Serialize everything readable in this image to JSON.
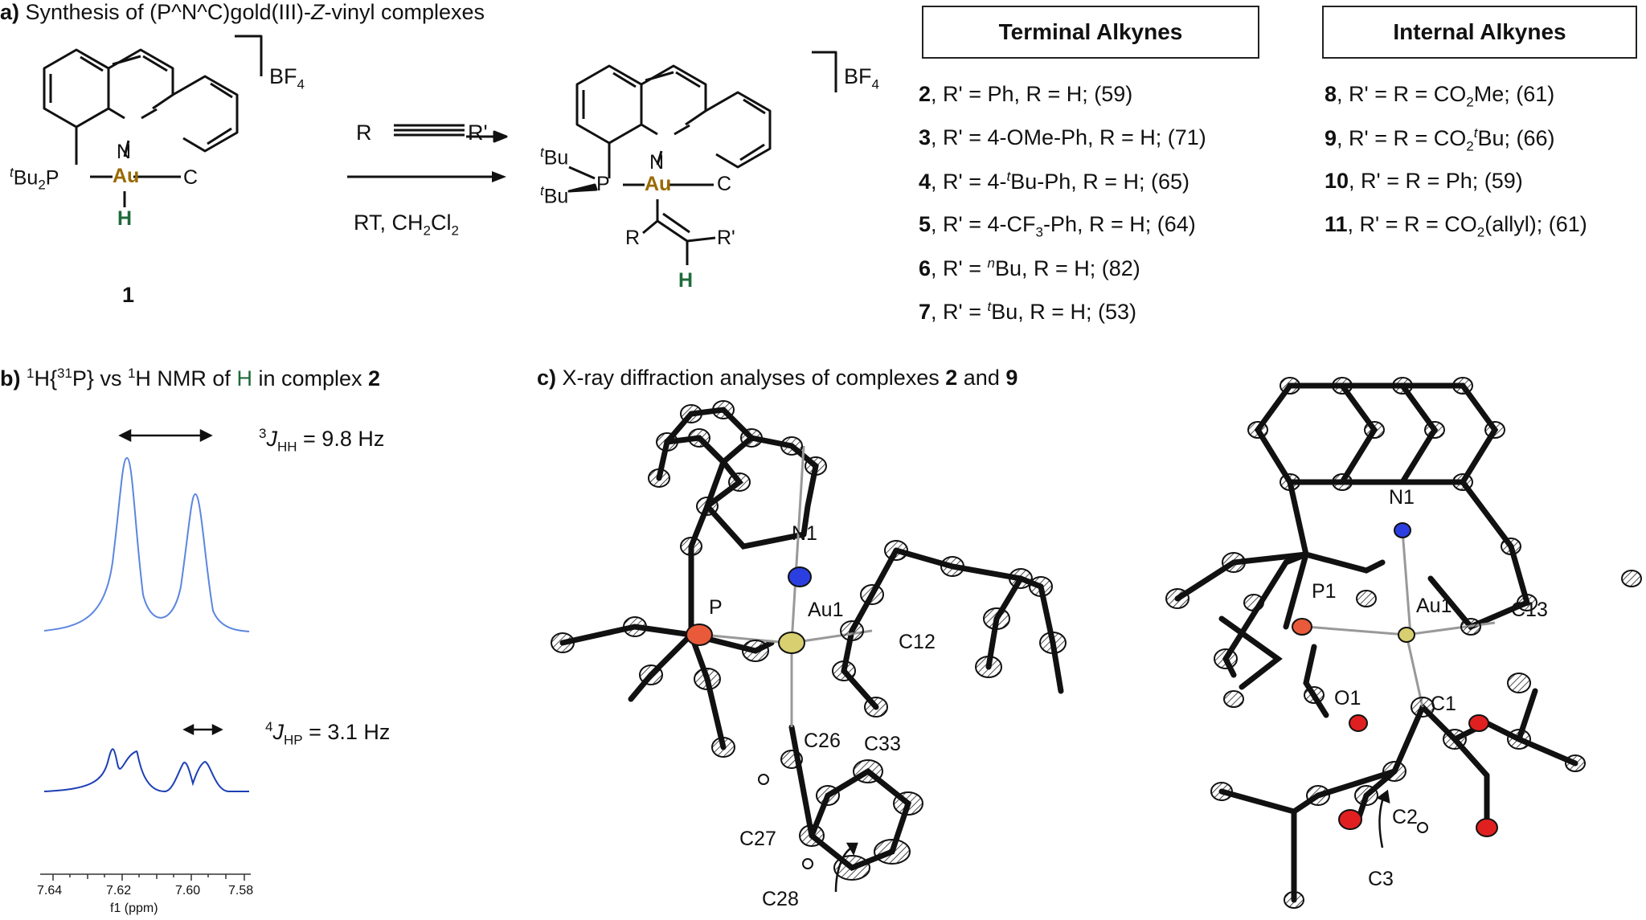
{
  "panel_a": {
    "letter": "a)",
    "title_pre": " Synthesis of (P^N^C)gold(III)-",
    "title_z": "Z",
    "title_post": "-vinyl complexes",
    "counterion": "BF",
    "counterion_sub": "4",
    "reactant_label": "1",
    "reagent_R": "R",
    "reagent_Rp": "R'",
    "condition": "RT, CH",
    "condition_sub1": "2",
    "condition_mid": "Cl",
    "condition_sub2": "2",
    "atoms": {
      "tbu2p_t": "t",
      "tbu2p_bu": "Bu",
      "tbu2p_sub": "2",
      "tbu2p_p": "P",
      "n": "N",
      "au": "Au",
      "c": "C",
      "h": "H",
      "tbu_t": "t",
      "tbu_bu": "Bu",
      "p": "P",
      "r": "R",
      "rp": "R'"
    }
  },
  "terminal": {
    "header": "Terminal Alkynes",
    "rows": [
      {
        "num": "2",
        "pre": ", R' = Ph, R = H; (59)"
      },
      {
        "num": "3",
        "pre": ", R' = 4-OMe-Ph, R = H; (71)"
      },
      {
        "num": "4",
        "pre": ", R' = 4-",
        "sup": "t",
        "post": "Bu-Ph, R = H; (65)"
      },
      {
        "num": "5",
        "pre": ", R' = 4-CF",
        "sub": "3",
        "post": "-Ph, R = H; (64)"
      },
      {
        "num": "6",
        "pre": ", R' = ",
        "sup": "n",
        "post": "Bu, R = H; (82)"
      },
      {
        "num": "7",
        "pre": ", R' = ",
        "sup": "t",
        "post": "Bu, R = H; (53)"
      }
    ]
  },
  "internal": {
    "header": "Internal Alkynes",
    "rows": [
      {
        "num": "8",
        "pre": ", R' = R = CO",
        "sub": "2",
        "post": "Me; (61)"
      },
      {
        "num": "9",
        "pre": ", R' = R = CO",
        "sub": "2",
        "sup": "t",
        "post": "Bu; (66)"
      },
      {
        "num": "10",
        "pre": ", R' = R = Ph; (59)"
      },
      {
        "num": "11",
        "pre": ", R' = R = CO",
        "sub": "2",
        "post": "(allyl); (61)"
      }
    ]
  },
  "panel_b": {
    "letter": "b)",
    "t1_sup": "1",
    "t1": "H{",
    "t2_sup": "31",
    "t2": "P} vs ",
    "t3_sup": "1",
    "t3": "H NMR of ",
    "t_h": "H",
    "t4": " in complex ",
    "t_num": "2",
    "j1_sup": "3",
    "j1_J": "J",
    "j1_sub": "HH",
    "j1_val": " = 9.8 Hz",
    "j2_sup": "4",
    "j2_J": "J",
    "j2_sub": "HP",
    "j2_val": " = 3.1 Hz",
    "axis_ticks": [
      "7.64",
      "7.62",
      "7.60",
      "7.58"
    ],
    "axis_label": "f1 (ppm)",
    "top_color": "#5b86e0",
    "bottom_color": "#1d3fb5"
  },
  "panel_c": {
    "letter": "c)",
    "title_pre": " X-ray diffraction analyses of complexes ",
    "n1": "2",
    "and": " and ",
    "n2": "9",
    "left_labels": {
      "n1": "N1",
      "p": "P",
      "au1": "Au1",
      "c12": "C12",
      "c26": "C26",
      "c33": "C33",
      "c27": "C27",
      "c28": "C28"
    },
    "right_labels": {
      "n1": "N1",
      "p1": "P1",
      "au1": "Au1",
      "c13": "C13",
      "o1": "O1",
      "c1": "C1",
      "c2": "C2",
      "c3": "C3"
    }
  },
  "colors": {
    "gold": "#9a6a00",
    "green": "#1e6b3a",
    "n_atom": "#2b3fe0",
    "o_atom": "#e02020",
    "p_atom": "#e85a3a",
    "au_atom": "#d8cf70"
  }
}
